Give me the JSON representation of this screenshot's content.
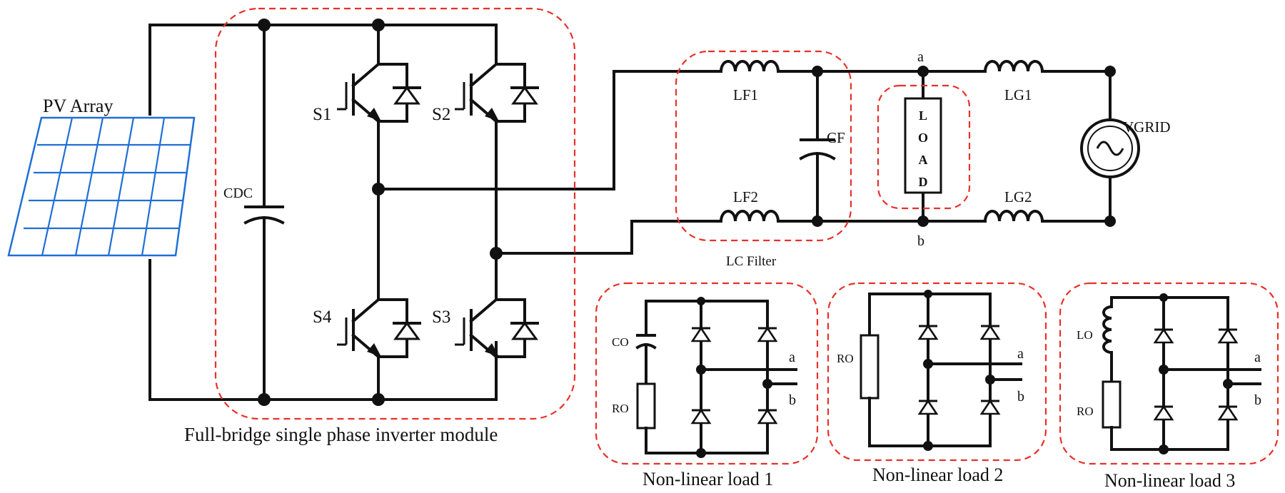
{
  "labels": {
    "pv_array": "PV Array",
    "cdc": "CDC",
    "s1": "S1",
    "s2": "S2",
    "s3": "S3",
    "s4": "S4",
    "lf1": "LF1",
    "lf2": "LF2",
    "cf": "CF",
    "lg1": "LG1",
    "lg2": "LG2",
    "vgrid": "VGRID",
    "node_a": "a",
    "node_b": "b",
    "load_letters": [
      "L",
      "O",
      "A",
      "D"
    ],
    "inverter_module": "Full-bridge single phase inverter module",
    "lc_filter": "LC Filter",
    "nl1": {
      "title": "Non-linear load 1",
      "c": "CO",
      "r": "RO",
      "a": "a",
      "b": "b"
    },
    "nl2": {
      "title": "Non-linear load 2",
      "r": "RO",
      "a": "a",
      "b": "b"
    },
    "nl3": {
      "title": "Non-linear load 3",
      "l": "LO",
      "r": "RO",
      "a": "a",
      "b": "b"
    }
  },
  "colors": {
    "wire": "#111111",
    "dashed_box": "#e8302a",
    "pv_grid": "#1f6fd6"
  }
}
